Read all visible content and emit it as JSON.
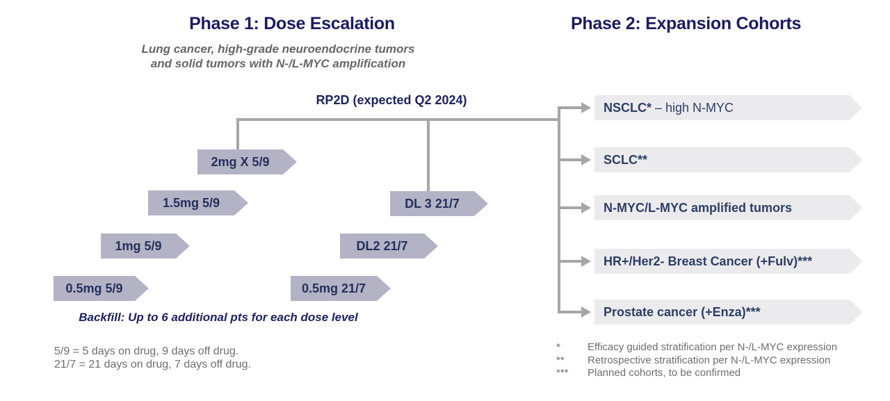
{
  "colors": {
    "title_navy": "#1a1b63",
    "label_navy": "#24305c",
    "cohort_text_navy": "#2d3e66",
    "subtitle_gray": "#666666",
    "footnote_gray": "#6e6e6e",
    "connector_gray": "#a6a6a6",
    "dose_arrow_fill": "#b3b3c5",
    "cohort_arrow_fill": "#ebebed",
    "background": "#ffffff"
  },
  "phase1": {
    "title": "Phase 1: Dose Escalation",
    "subtitle_line1": "Lung cancer, high-grade neuroendocrine tumors",
    "subtitle_line2": "and solid tumors with N-/L-MYC amplification",
    "rp2d_label": "RP2D (expected Q2 2024)",
    "dose_levels": [
      {
        "label": "2mg X 5/9"
      },
      {
        "label": "1.5mg 5/9"
      },
      {
        "label": "1mg 5/9"
      },
      {
        "label": "0.5mg 5/9"
      },
      {
        "label": "DL 3 21/7"
      },
      {
        "label": "DL2 21/7"
      },
      {
        "label": "0.5mg 21/7"
      }
    ],
    "backfill_note": "Backfill: Up to 6 additional pts for each dose level",
    "footnotes": [
      "5/9 = 5 days on drug, 9 days off drug.",
      "21/7 = 21 days on drug, 7 days off drug."
    ]
  },
  "phase2": {
    "title": "Phase 2: Expansion Cohorts",
    "cohorts": [
      {
        "bold": "NSCLC*",
        "rest": " – high N-MYC"
      },
      {
        "bold": "SCLC**",
        "rest": ""
      },
      {
        "bold": "N-MYC/L-MYC amplified tumors",
        "rest": ""
      },
      {
        "bold": "HR+/Her2- Breast Cancer (+Fulv)***",
        "rest": ""
      },
      {
        "bold": "Prostate cancer (+Enza)***",
        "rest": ""
      }
    ],
    "footnotes": [
      {
        "marker": "*",
        "text": "Efficacy guided stratification per N-/L-MYC expression"
      },
      {
        "marker": "**",
        "text": "Retrospective stratification per N-/L-MYC expression"
      },
      {
        "marker": "***",
        "text": "Planned cohorts, to be confirmed"
      }
    ]
  }
}
